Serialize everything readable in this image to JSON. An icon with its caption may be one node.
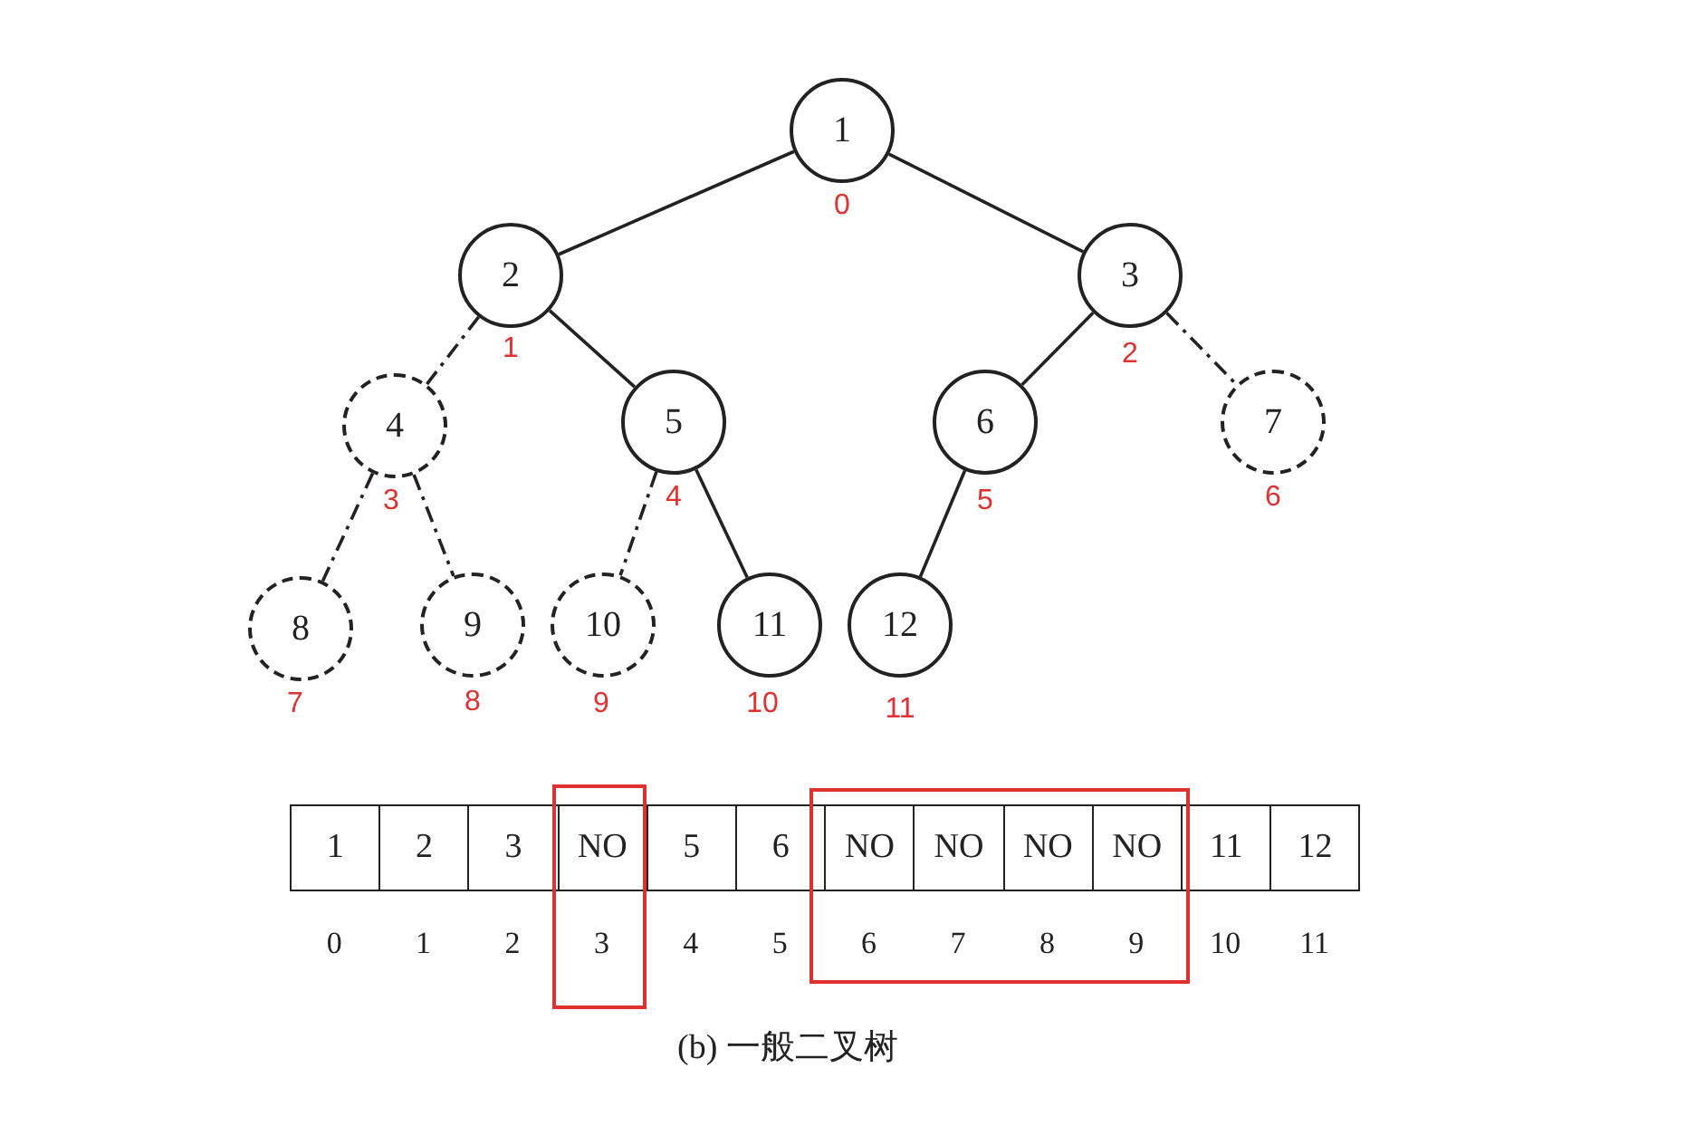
{
  "diagram": {
    "caption": "(b) 一般二叉树",
    "nodes": [
      {
        "text": [
          "1"
        ],
        "beside": [
          "0"
        ]
      },
      {
        "text": [
          "2"
        ],
        "beside": [
          "1"
        ]
      },
      {
        "text": [
          "3"
        ],
        "beside": [
          "2"
        ]
      },
      {
        "text": [
          "4"
        ],
        "beside": [
          "3"
        ]
      },
      {
        "text": [
          "5"
        ],
        "beside": [
          "4"
        ]
      },
      {
        "text": [
          "6"
        ],
        "beside": [
          "5"
        ]
      },
      {
        "text": [
          "7"
        ],
        "beside": [
          "6"
        ]
      },
      {
        "text": [
          "8"
        ],
        "beside": [
          "7"
        ]
      },
      {
        "text": [
          "9"
        ],
        "beside": [
          "8"
        ]
      },
      {
        "text": [
          "10"
        ],
        "beside": [
          "9"
        ]
      },
      {
        "text": [
          "11"
        ],
        "beside": [
          "10"
        ]
      },
      {
        "text": [
          "12"
        ],
        "beside": [
          "11"
        ]
      }
    ],
    "edges": [
      {
        "from": 0,
        "to": 1,
        "arrow": "none"
      },
      {
        "from": 0,
        "to": 2,
        "arrow": "none"
      },
      {
        "from": 1,
        "to": 3,
        "arrow": "none",
        "style": "dashed"
      },
      {
        "from": 1,
        "to": 4,
        "arrow": "none"
      },
      {
        "from": 2,
        "to": 5,
        "arrow": "none"
      },
      {
        "from": 2,
        "to": 6,
        "arrow": "none",
        "style": "dashed"
      },
      {
        "from": 3,
        "to": 7,
        "arrow": "none",
        "style": "dashed"
      },
      {
        "from": 3,
        "to": 8,
        "arrow": "none",
        "style": "dashed"
      },
      {
        "from": 4,
        "to": 9,
        "arrow": "none",
        "style": "dashed"
      },
      {
        "from": 4,
        "to": 10,
        "arrow": "none"
      },
      {
        "from": 5,
        "to": 11,
        "arrow": "none"
      }
    ],
    "labels": [
      "1",
      "2",
      "3",
      "NO",
      "5",
      "6",
      "NO",
      "NO",
      "NO",
      "NO",
      "11",
      "12",
      "0",
      "1",
      "2",
      "3",
      "4",
      "5",
      "6",
      "7",
      "8",
      "9",
      "10",
      "11"
    ]
  }
}
